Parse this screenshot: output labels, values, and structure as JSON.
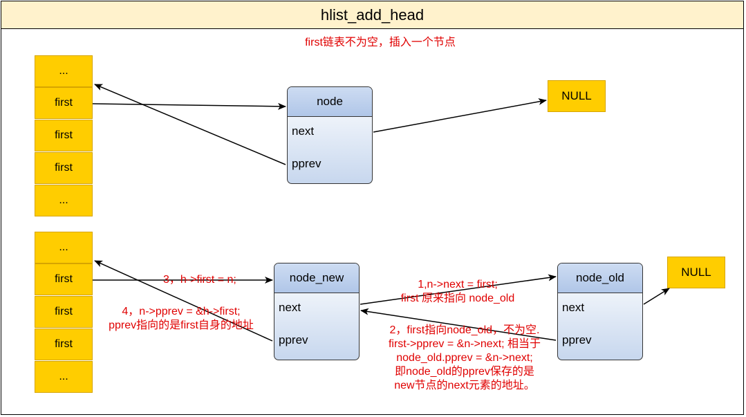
{
  "title": "hlist_add_head",
  "top_caption": "first链表不为空，插入一个节点",
  "top_array": [
    "...",
    "first",
    "first",
    "first",
    "..."
  ],
  "bottom_array": [
    "...",
    "first",
    "first",
    "first",
    "..."
  ],
  "top_node": {
    "name": "node",
    "fields": [
      "next",
      "pprev"
    ]
  },
  "node_new": {
    "name": "node_new",
    "fields": [
      "next",
      "pprev"
    ]
  },
  "node_old": {
    "name": "node_old",
    "fields": [
      "next",
      "pprev"
    ]
  },
  "null_label": "NULL",
  "steps": {
    "step1": [
      "1,n->next = first;",
      "first 原来指向 node_old"
    ],
    "step2": [
      "2，first指向node_old，不为空.",
      "first->pprev = &n->next; 相当于",
      "node_old.pprev = &n->next;",
      "即node_old的pprev保存的是",
      "new节点的next元素的地址。"
    ],
    "step3": "3，h->first = n;",
    "step4": [
      "4，n->pprev = &h->first;",
      "pprev指向的是first自身的地址"
    ]
  },
  "colors": {
    "title_bg": "#fff2cc",
    "cell_fill": "#ffcd00",
    "node_fill": "#c7d7ee",
    "annotation": "#e00000"
  }
}
